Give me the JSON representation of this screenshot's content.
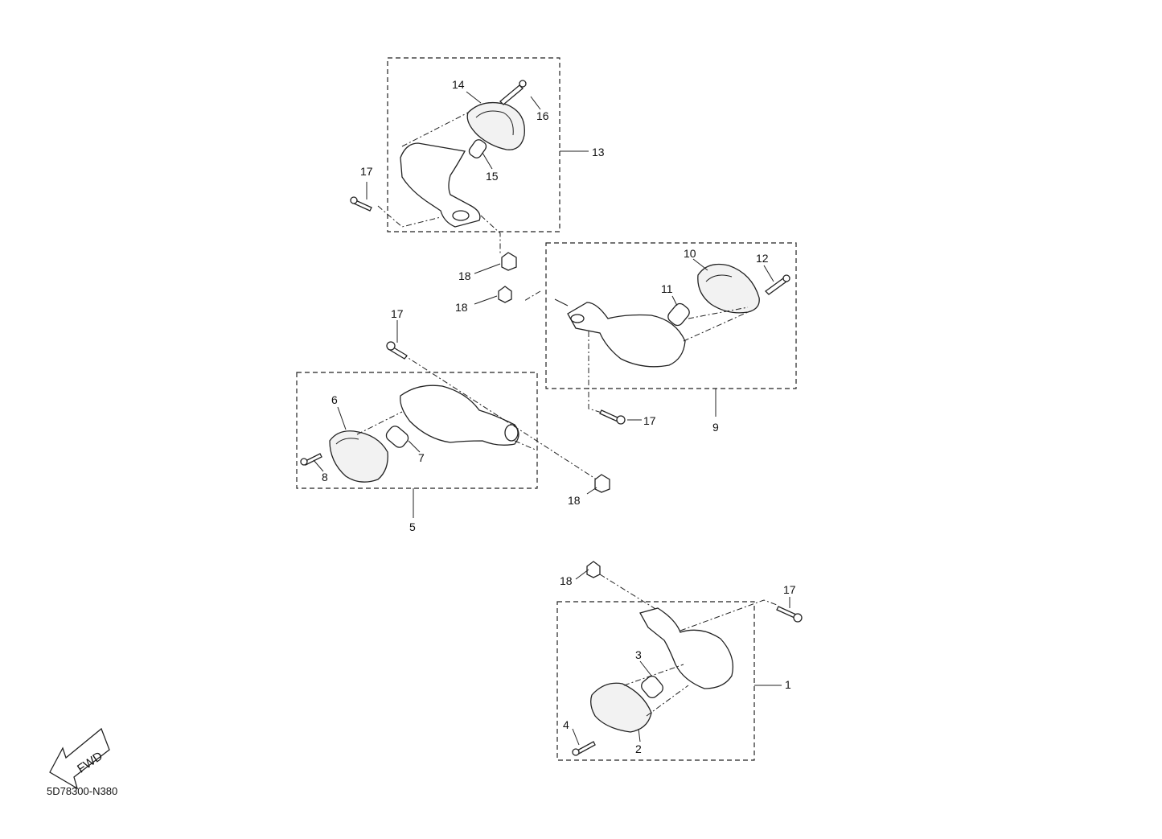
{
  "callouts": {
    "c1": "1",
    "c2": "2",
    "c3": "3",
    "c4": "4",
    "c5": "5",
    "c6": "6",
    "c7": "7",
    "c8": "8",
    "c9": "9",
    "c10": "10",
    "c11": "11",
    "c12": "12",
    "c13": "13",
    "c14": "14",
    "c15": "15",
    "c16": "16",
    "c17a": "17",
    "c17b": "17",
    "c17c": "17",
    "c17d": "17",
    "c18a": "18",
    "c18b": "18",
    "c18c": "18",
    "c18d": "18"
  },
  "fwd_label": "FWD",
  "diagram_code": "5D78300-N380"
}
